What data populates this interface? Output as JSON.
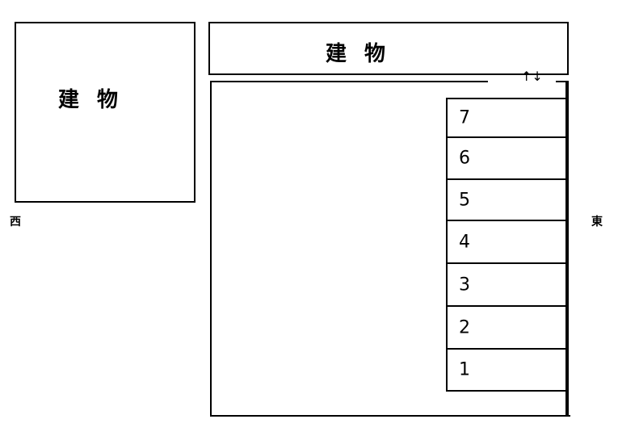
{
  "buildings": {
    "west_label": "建物",
    "north_label": "建物"
  },
  "directions": {
    "west": "西",
    "east": "東"
  },
  "entrance": {
    "arrows": "↑↓"
  },
  "parking": {
    "slots": [
      "7",
      "6",
      "5",
      "4",
      "3",
      "2",
      "1"
    ]
  }
}
